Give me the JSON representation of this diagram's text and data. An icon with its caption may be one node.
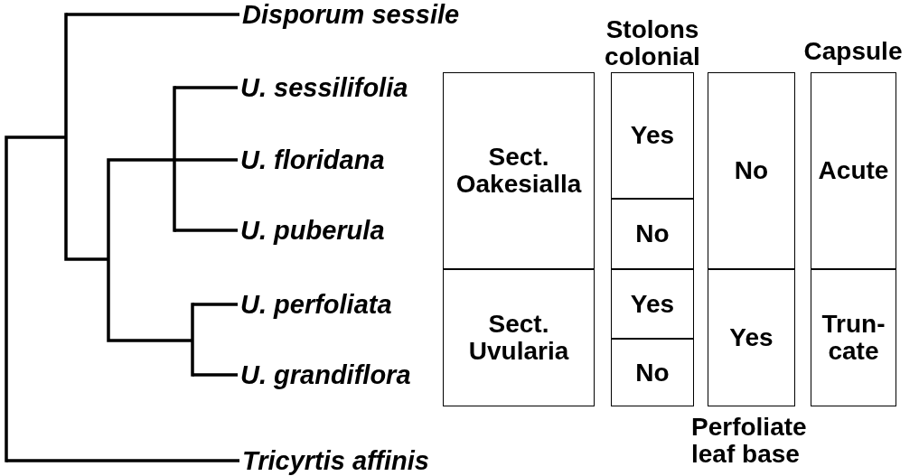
{
  "diagram": {
    "nodes": [
      {
        "text": [
          "Disporum sessile"
        ]
      },
      {
        "text": [
          "U. sessilifolia"
        ]
      },
      {
        "text": [
          "U. floridana"
        ]
      },
      {
        "text": [
          "U. puberula"
        ]
      },
      {
        "text": [
          "U. perfoliata"
        ]
      },
      {
        "text": [
          "U. grandiflora"
        ]
      },
      {
        "text": [
          "Tricyrtis affinis"
        ]
      },
      {
        "text": [
          "Sect. Oakesialla"
        ]
      },
      {
        "text": [
          "Sect. Uvularia"
        ]
      },
      {
        "text": [
          "Yes"
        ]
      },
      {
        "text": [
          "No"
        ]
      },
      {
        "text": [
          "Yes"
        ]
      },
      {
        "text": [
          "No"
        ]
      },
      {
        "text": [
          "No"
        ]
      },
      {
        "text": [
          "Yes"
        ]
      },
      {
        "text": [
          "Acute"
        ]
      },
      {
        "text": [
          "Trun- cate"
        ]
      }
    ],
    "edges": [
      {
        "from": null,
        "to": 0,
        "arrow": "none"
      },
      {
        "from": null,
        "to": 1,
        "arrow": "none"
      },
      {
        "from": null,
        "to": 2,
        "arrow": "none"
      },
      {
        "from": null,
        "to": 3,
        "arrow": "none"
      },
      {
        "from": null,
        "to": 4,
        "arrow": "none"
      },
      {
        "from": null,
        "to": 5,
        "arrow": "none"
      },
      {
        "from": null,
        "to": 6,
        "arrow": "none"
      }
    ],
    "labels": [
      "Stolons colonial",
      "Capsule",
      "Perfoliate leaf base"
    ]
  }
}
